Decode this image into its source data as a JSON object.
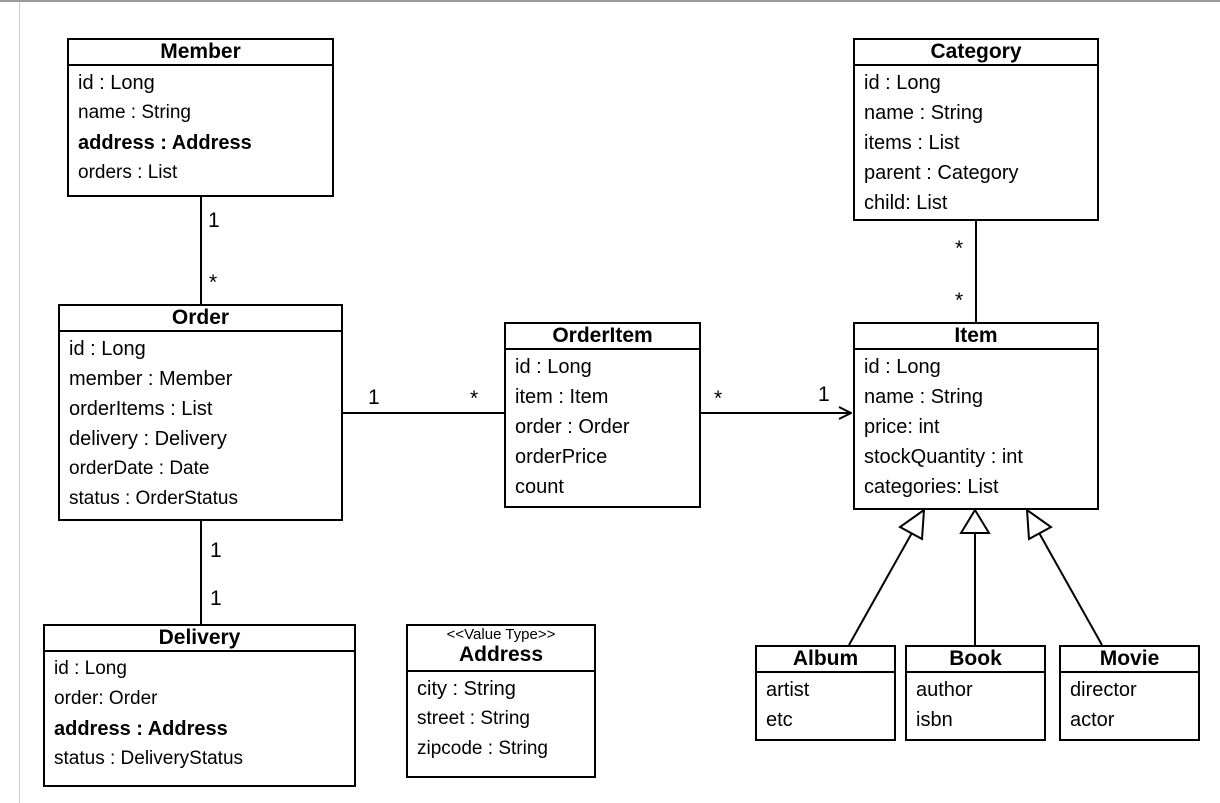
{
  "classes": {
    "member": {
      "name": "Member",
      "fields": [
        "id : Long",
        "name : String",
        "address : Address",
        "orders : List"
      ]
    },
    "order": {
      "name": "Order",
      "fields": [
        "id : Long",
        "member : Member",
        "orderItems : List",
        "delivery : Delivery",
        "orderDate : Date",
        "status : OrderStatus"
      ]
    },
    "delivery": {
      "name": "Delivery",
      "fields": [
        "id : Long",
        "order: Order",
        "address : Address",
        "status : DeliveryStatus"
      ]
    },
    "orderitem": {
      "name": "OrderItem",
      "fields": [
        "id : Long",
        "item : Item",
        "order : Order",
        "orderPrice",
        "count"
      ]
    },
    "address": {
      "stereotype": "<<Value Type>>",
      "name": "Address",
      "fields": [
        "city : String",
        "street : String",
        "zipcode : String"
      ]
    },
    "category": {
      "name": "Category",
      "fields": [
        "id : Long",
        "name : String",
        "items : List",
        "parent : Category",
        "child: List"
      ]
    },
    "item": {
      "name": "Item",
      "fields": [
        "id : Long",
        "name : String",
        "price: int",
        "stockQuantity : int",
        "categories: List"
      ]
    },
    "album": {
      "name": "Album",
      "fields": [
        "artist",
        "etc"
      ]
    },
    "book": {
      "name": "Book",
      "fields": [
        "author",
        "isbn"
      ]
    },
    "movie": {
      "name": "Movie",
      "fields": [
        "director",
        "actor"
      ]
    }
  },
  "multiplicities": {
    "member_order_member_end": "1",
    "member_order_order_end": "*",
    "order_orderitem_order_end": "1",
    "order_orderitem_orderitem_end": "*",
    "orderitem_item_orderitem_end": "*",
    "orderitem_item_item_end": "1",
    "category_item_category_end": "*",
    "category_item_item_end": "*",
    "order_delivery_order_end": "1",
    "order_delivery_delivery_end": "1"
  }
}
